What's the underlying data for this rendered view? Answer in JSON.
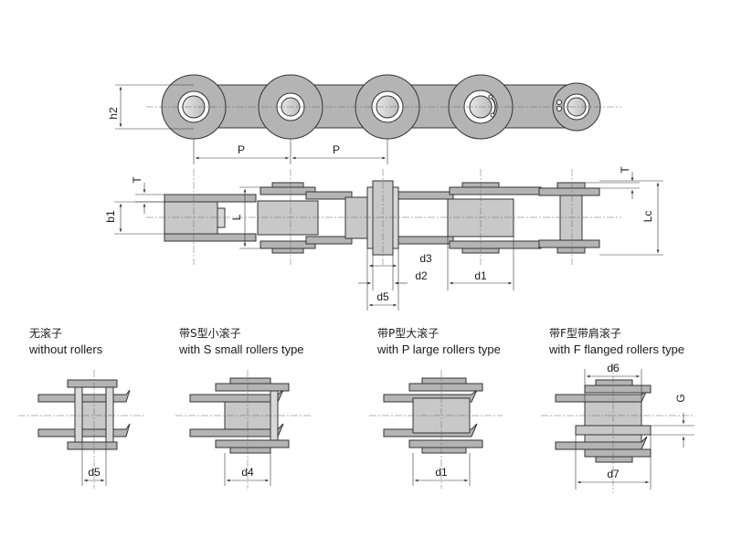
{
  "colors": {
    "plate": "#b4b4b4",
    "plate_dark": "#9c9c9c",
    "roller": "#c8c8c8",
    "outline": "#333333"
  },
  "top_view": {
    "h2": "h2",
    "pitch_1": "P",
    "pitch_2": "P"
  },
  "side_view": {
    "T_left": "T",
    "T_right": "T",
    "b1": "b1",
    "L": "L",
    "Lc": "Lc",
    "d3": "d3",
    "d2": "d2",
    "d1": "d1",
    "d5": "d5"
  },
  "variants": [
    {
      "cn": "无滚子",
      "en": "without rollers",
      "dim": "d5"
    },
    {
      "cn": "带S型小滚子",
      "en": "with S small  rollers type",
      "dim": "d4"
    },
    {
      "cn": "带P型大滚子",
      "en": "with P large rollers type",
      "dim": "d1"
    },
    {
      "cn": "带F型带肩滚子",
      "en": "with F flanged rollers type",
      "dim_top": "d6",
      "dim_side": "G",
      "dim": "d7"
    }
  ]
}
